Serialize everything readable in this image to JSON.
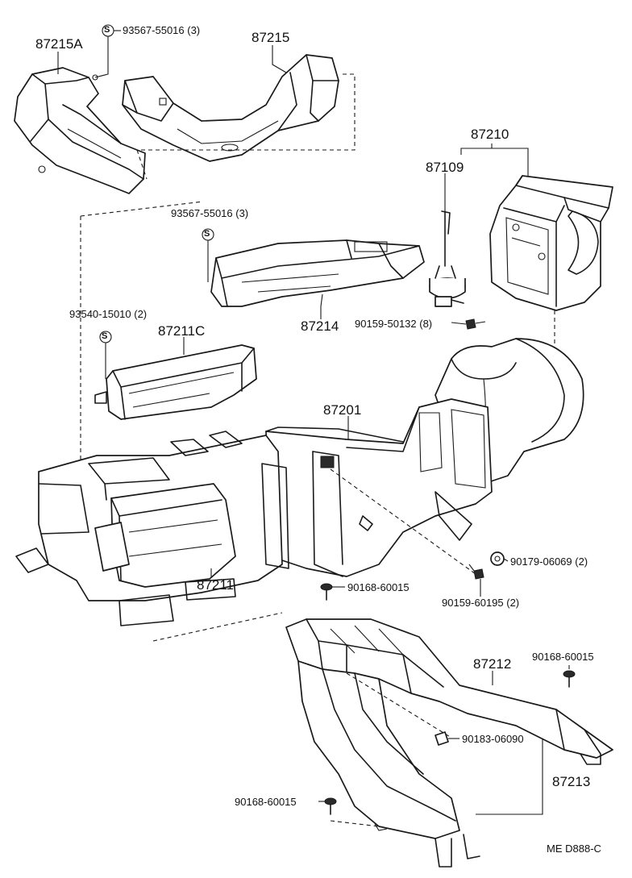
{
  "diagram": {
    "labels": {
      "p87215a": "87215A",
      "p93567_top": "93567-55016 (3)",
      "p87215": "87215",
      "p87210": "87210",
      "p87109": "87109",
      "p93567_mid": "93567-55016 (3)",
      "p87214": "87214",
      "p90159_50132": "90159-50132 (8)",
      "p93540": "93540-15010 (2)",
      "p87211c": "87211C",
      "p87201": "87201",
      "p90179": "90179-06069 (2)",
      "p87211": "87211",
      "p90168_mid": "90168-60015",
      "p90159_60195": "90159-60195 (2)",
      "p90168_right": "90168-60015",
      "p87212": "87212",
      "p90183": "90183-06090",
      "p87213": "87213",
      "p90168_bottom": "90168-60015",
      "code": "ME  D888-C"
    },
    "seal_symbol": "S"
  }
}
